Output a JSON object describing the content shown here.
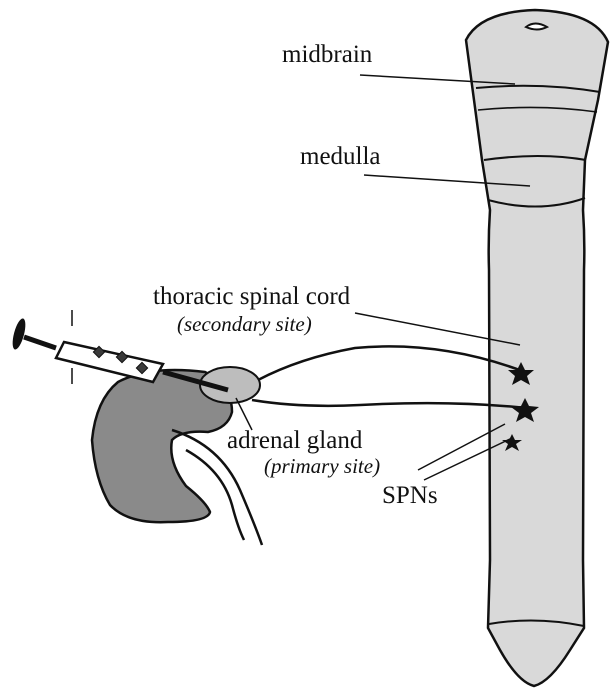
{
  "labels": {
    "midbrain": "midbrain",
    "medulla": "medulla",
    "spinal_cord": "thoracic spinal cord",
    "spinal_cord_site": "(secondary site)",
    "adrenal": "adrenal gland",
    "adrenal_site": "(primary site)",
    "spns": "SPNs"
  },
  "colors": {
    "cord_fill": "#d9d9d9",
    "kidney_fill": "#8a8a8a",
    "adrenal_fill": "#bdbdbd",
    "ink": "#111111"
  },
  "icons": [
    "syringe-icon",
    "neuron-star-icon"
  ]
}
